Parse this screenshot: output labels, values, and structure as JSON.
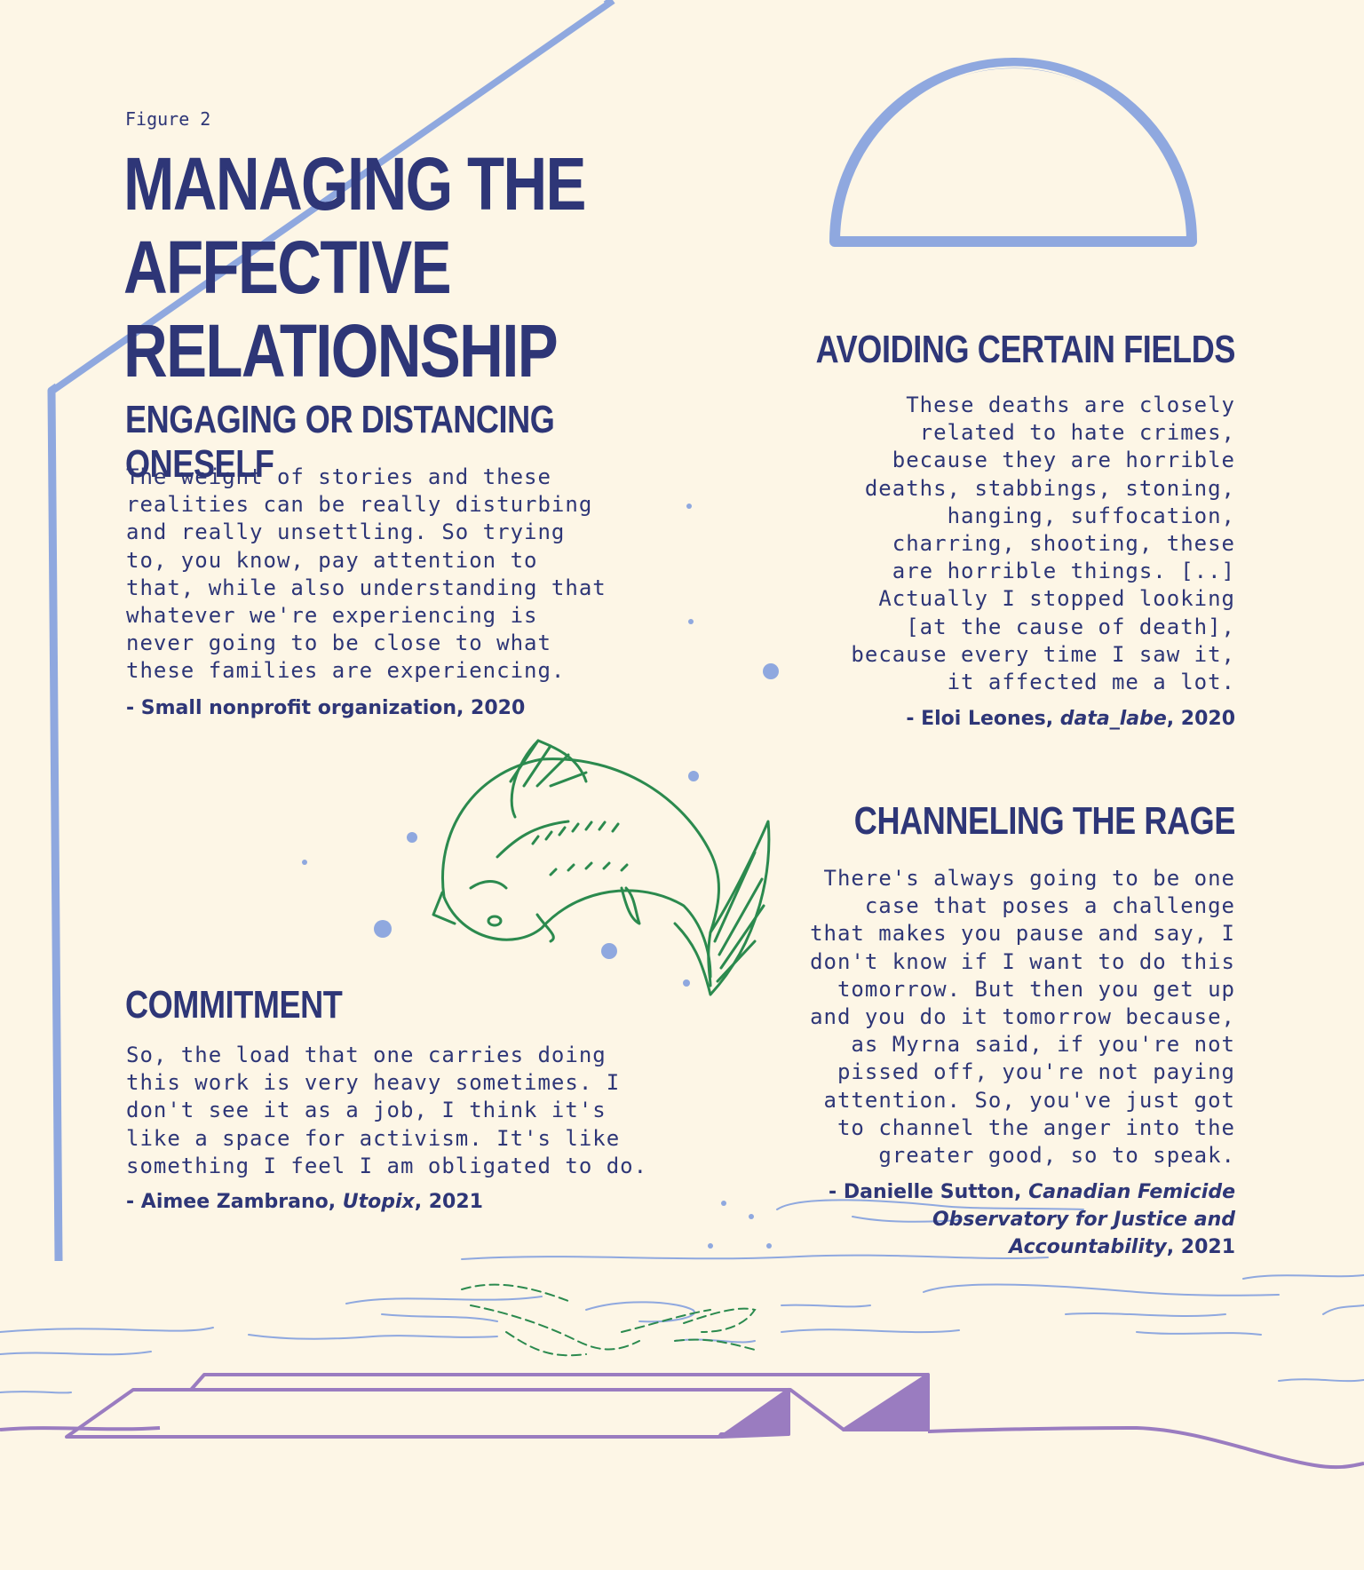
{
  "figure_label": "Figure 2",
  "title": {
    "line1": "MANAGING THE",
    "line2": "AFFECTIVE RELATIONSHIP"
  },
  "sections": {
    "engaging": {
      "heading": "ENGAGING OR DISTANCING ONESELF",
      "quote": "The weight of stories and these\nrealities can be really disturbing\nand really unsettling. So trying\nto, you know, pay attention to\nthat, while also understanding that\nwhatever we're experiencing is\nnever going to be close to what\nthese families are experiencing.",
      "attribution": "- Small nonprofit organization, 2020"
    },
    "avoiding": {
      "heading": "AVOIDING CERTAIN FIELDS",
      "quote": "These deaths are closely\nrelated to hate crimes,\nbecause they are horrible\ndeaths, stabbings, stoning,\nhanging, suffocation,\ncharring, shooting, these\nare horrible things. [..]\nActually I stopped looking\n[at the cause of death],\nbecause every time I saw it,\nit affected me a lot.",
      "attribution_prefix": "- Eloi Leones, ",
      "attribution_org": "data_labe",
      "attribution_suffix": ", 2020"
    },
    "channeling": {
      "heading": "CHANNELING THE RAGE",
      "quote": "There's always going to be one\ncase that poses a challenge\nthat makes you pause and say, I\ndon't know if I want to do this\ntomorrow. But then you get up\nand you do it tomorrow because,\nas Myrna said, if you're not\npissed off, you're not paying\nattention. So, you've just got\nto channel the anger into the\ngreater good, so to speak.",
      "attribution_line1_prefix": "- Danielle Sutton, ",
      "attribution_line1_org": "Canadian Femicide",
      "attribution_line2_org": "Observatory for Justice and",
      "attribution_line3_org": "Accountability",
      "attribution_line3_suffix": ", 2021"
    },
    "commitment": {
      "heading": "COMMITMENT",
      "quote": "So, the load that one carries doing\nthis work is very heavy sometimes. I\ndon't see it as a job, I think it's\nlike a space for activism. It's like\nsomething I feel I am obligated to do.",
      "attribution_prefix": "- Aimee Zambrano, ",
      "attribution_org": "Utopix",
      "attribution_suffix": ", 2021"
    }
  },
  "colors": {
    "background": "#fdf6e6",
    "text": "#2e3677",
    "lamp_blue": "#8fa8df",
    "fish_green": "#2b8a4e",
    "table_purple": "#9a7cc0"
  },
  "icons": {
    "fish": "jumping-fish-illustration",
    "reflection": "fish-reflection-illustration",
    "lamp": "lamp-illustration"
  }
}
